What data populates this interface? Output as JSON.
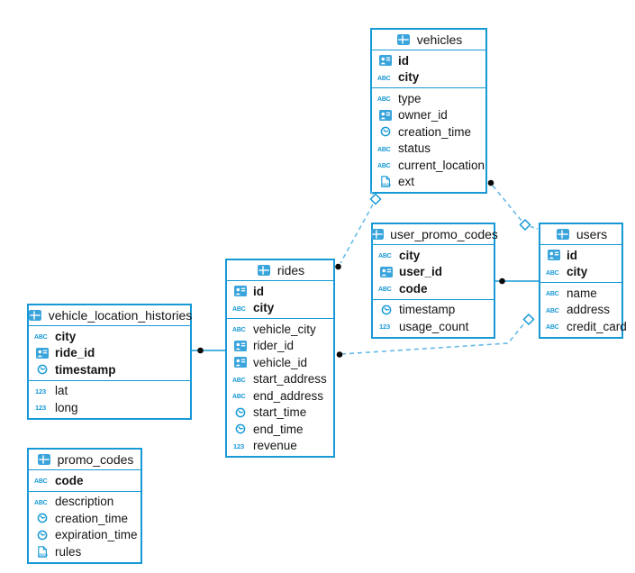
{
  "diagram": {
    "header_icon": "table-icon",
    "tables": [
      {
        "key": "vehicles",
        "title": "vehicles",
        "columns": [
          {
            "name": "id",
            "icon": "uuid-icon",
            "pk": true
          },
          {
            "name": "city",
            "icon": "text-icon",
            "pk": true
          },
          {
            "name": "type",
            "icon": "text-icon",
            "pk": false
          },
          {
            "name": "owner_id",
            "icon": "uuid-icon",
            "pk": false
          },
          {
            "name": "creation_time",
            "icon": "timestamp-icon",
            "pk": false
          },
          {
            "name": "status",
            "icon": "text-icon",
            "pk": false
          },
          {
            "name": "current_location",
            "icon": "text-icon",
            "pk": false
          },
          {
            "name": "ext",
            "icon": "json-icon",
            "pk": false
          }
        ]
      },
      {
        "key": "user_promo_codes",
        "title": "user_promo_codes",
        "columns": [
          {
            "name": "city",
            "icon": "text-icon",
            "pk": true
          },
          {
            "name": "user_id",
            "icon": "uuid-icon",
            "pk": true
          },
          {
            "name": "code",
            "icon": "text-icon",
            "pk": true
          },
          {
            "name": "timestamp",
            "icon": "timestamp-icon",
            "pk": false
          },
          {
            "name": "usage_count",
            "icon": "number-icon",
            "pk": false
          }
        ]
      },
      {
        "key": "users",
        "title": "users",
        "columns": [
          {
            "name": "id",
            "icon": "uuid-icon",
            "pk": true
          },
          {
            "name": "city",
            "icon": "text-icon",
            "pk": true
          },
          {
            "name": "name",
            "icon": "text-icon",
            "pk": false
          },
          {
            "name": "address",
            "icon": "text-icon",
            "pk": false
          },
          {
            "name": "credit_card",
            "icon": "text-icon",
            "pk": false
          }
        ]
      },
      {
        "key": "rides",
        "title": "rides",
        "columns": [
          {
            "name": "id",
            "icon": "uuid-icon",
            "pk": true
          },
          {
            "name": "city",
            "icon": "text-icon",
            "pk": true
          },
          {
            "name": "vehicle_city",
            "icon": "text-icon",
            "pk": false
          },
          {
            "name": "rider_id",
            "icon": "uuid-icon",
            "pk": false
          },
          {
            "name": "vehicle_id",
            "icon": "uuid-icon",
            "pk": false
          },
          {
            "name": "start_address",
            "icon": "text-icon",
            "pk": false
          },
          {
            "name": "end_address",
            "icon": "text-icon",
            "pk": false
          },
          {
            "name": "start_time",
            "icon": "timestamp-icon",
            "pk": false
          },
          {
            "name": "end_time",
            "icon": "timestamp-icon",
            "pk": false
          },
          {
            "name": "revenue",
            "icon": "number-icon",
            "pk": false
          }
        ]
      },
      {
        "key": "vehicle_location_histories",
        "title": "vehicle_location_histories",
        "columns": [
          {
            "name": "city",
            "icon": "text-icon",
            "pk": true
          },
          {
            "name": "ride_id",
            "icon": "uuid-icon",
            "pk": true
          },
          {
            "name": "timestamp",
            "icon": "timestamp-icon",
            "pk": true
          },
          {
            "name": "lat",
            "icon": "number-icon",
            "pk": false
          },
          {
            "name": "long",
            "icon": "number-icon",
            "pk": false
          }
        ]
      },
      {
        "key": "promo_codes",
        "title": "promo_codes",
        "columns": [
          {
            "name": "code",
            "icon": "text-icon",
            "pk": true
          },
          {
            "name": "description",
            "icon": "text-icon",
            "pk": false
          },
          {
            "name": "creation_time",
            "icon": "timestamp-icon",
            "pk": false
          },
          {
            "name": "expiration_time",
            "icon": "timestamp-icon",
            "pk": false
          },
          {
            "name": "rules",
            "icon": "json-icon",
            "pk": false
          }
        ]
      }
    ],
    "relations": [
      {
        "from": "rides",
        "to": "vehicles",
        "from_marker": "dot",
        "to_marker": "diamond",
        "style": "dashed"
      },
      {
        "from": "vehicles",
        "to": "users",
        "from_marker": "dot",
        "to_marker": "diamond",
        "style": "dashed"
      },
      {
        "from": "user_promo_codes",
        "to": "users",
        "from_marker": "dot",
        "to_marker": "none",
        "style": "solid"
      },
      {
        "from": "rides",
        "to": "users",
        "from_marker": "dot",
        "to_marker": "diamond",
        "style": "dashed"
      },
      {
        "from": "vehicle_location_histories",
        "to": "rides",
        "from_marker": "dot",
        "to_marker": "none",
        "style": "solid"
      }
    ]
  },
  "colors": {
    "accent": "#1799d6",
    "icon_fill": "#3aa4dc",
    "dash_line": "#66bae6",
    "dot": "#0a0a0a",
    "text": "#151515",
    "background": "#ffffff"
  }
}
